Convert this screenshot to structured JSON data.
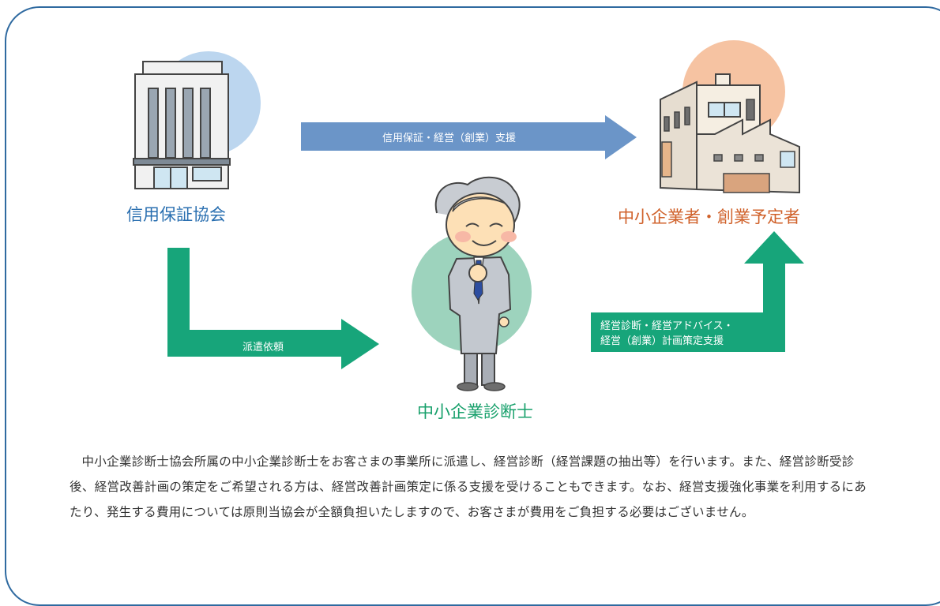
{
  "labels": {
    "credit_guarantee_association": "信用保証協会",
    "sme_and_founders": "中小企業者・創業予定者",
    "sme_consultant": "中小企業診断士"
  },
  "arrows": {
    "guarantee_support": "信用保証・経営（創業）支援",
    "dispatch_request": "派遣依頼",
    "diagnosis_line1": "経営診断・経営アドバイス・",
    "diagnosis_line2": "経営（創業）計画策定支援"
  },
  "description": "中小企業診断士協会所属の中小企業診断士をお客さまの事業所に派遣し、経営診断（経営課題の抽出等）を行います。また、経営診断受診後、経営改善計画の策定をご希望される方は、経営改善計画策定に係る支援を受けることもできます。なお、経営支援強化事業を利用するにあたり、発生する費用については原則当協会が全額負担いたしますので、お客さまが費用をご負担する必要はございません。",
  "colors": {
    "blue_arrow": "#6b95c8",
    "green_arrow": "#17a57a",
    "blue_circle": "#bcd6ef",
    "orange_circle": "#f6c3a2",
    "green_circle": "#9dd3bd",
    "frame_border": "#2f6aa0"
  }
}
